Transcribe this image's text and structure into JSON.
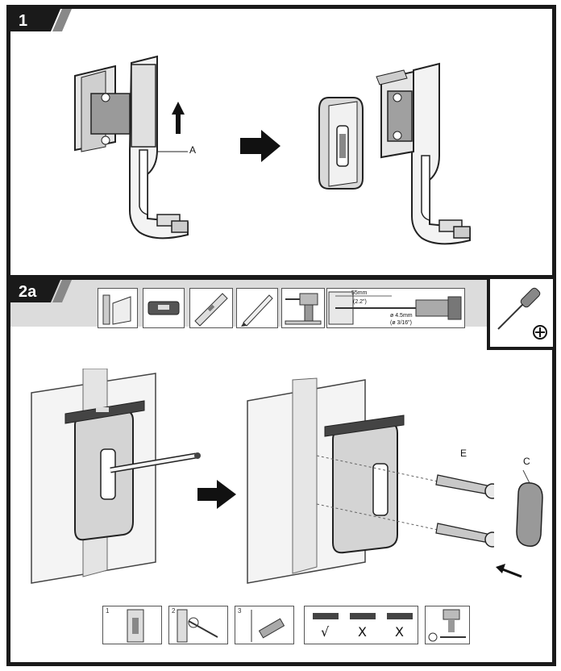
{
  "step1": {
    "number": "1",
    "callout_a": "A"
  },
  "step2a": {
    "number": "2a",
    "tools": [
      "pencil-level-tool",
      "spirit-level-tool",
      "level-bar-tool",
      "pencil-tool",
      "drill-tool",
      "drill-dimension-diagram"
    ],
    "drill_diagram": {
      "depth_mm": "55mm",
      "depth_in": "(2.2\")",
      "bit_mm": "ø 4.5mm",
      "bit_in": "(ø 3/16\")"
    },
    "callout_e": "E",
    "callout_c": "C",
    "thumbnails": [
      {
        "number": "1"
      },
      {
        "number": "2"
      },
      {
        "number": "3"
      },
      {
        "marks": [
          "√",
          "X",
          "X"
        ]
      },
      {
        "number": ""
      }
    ]
  }
}
